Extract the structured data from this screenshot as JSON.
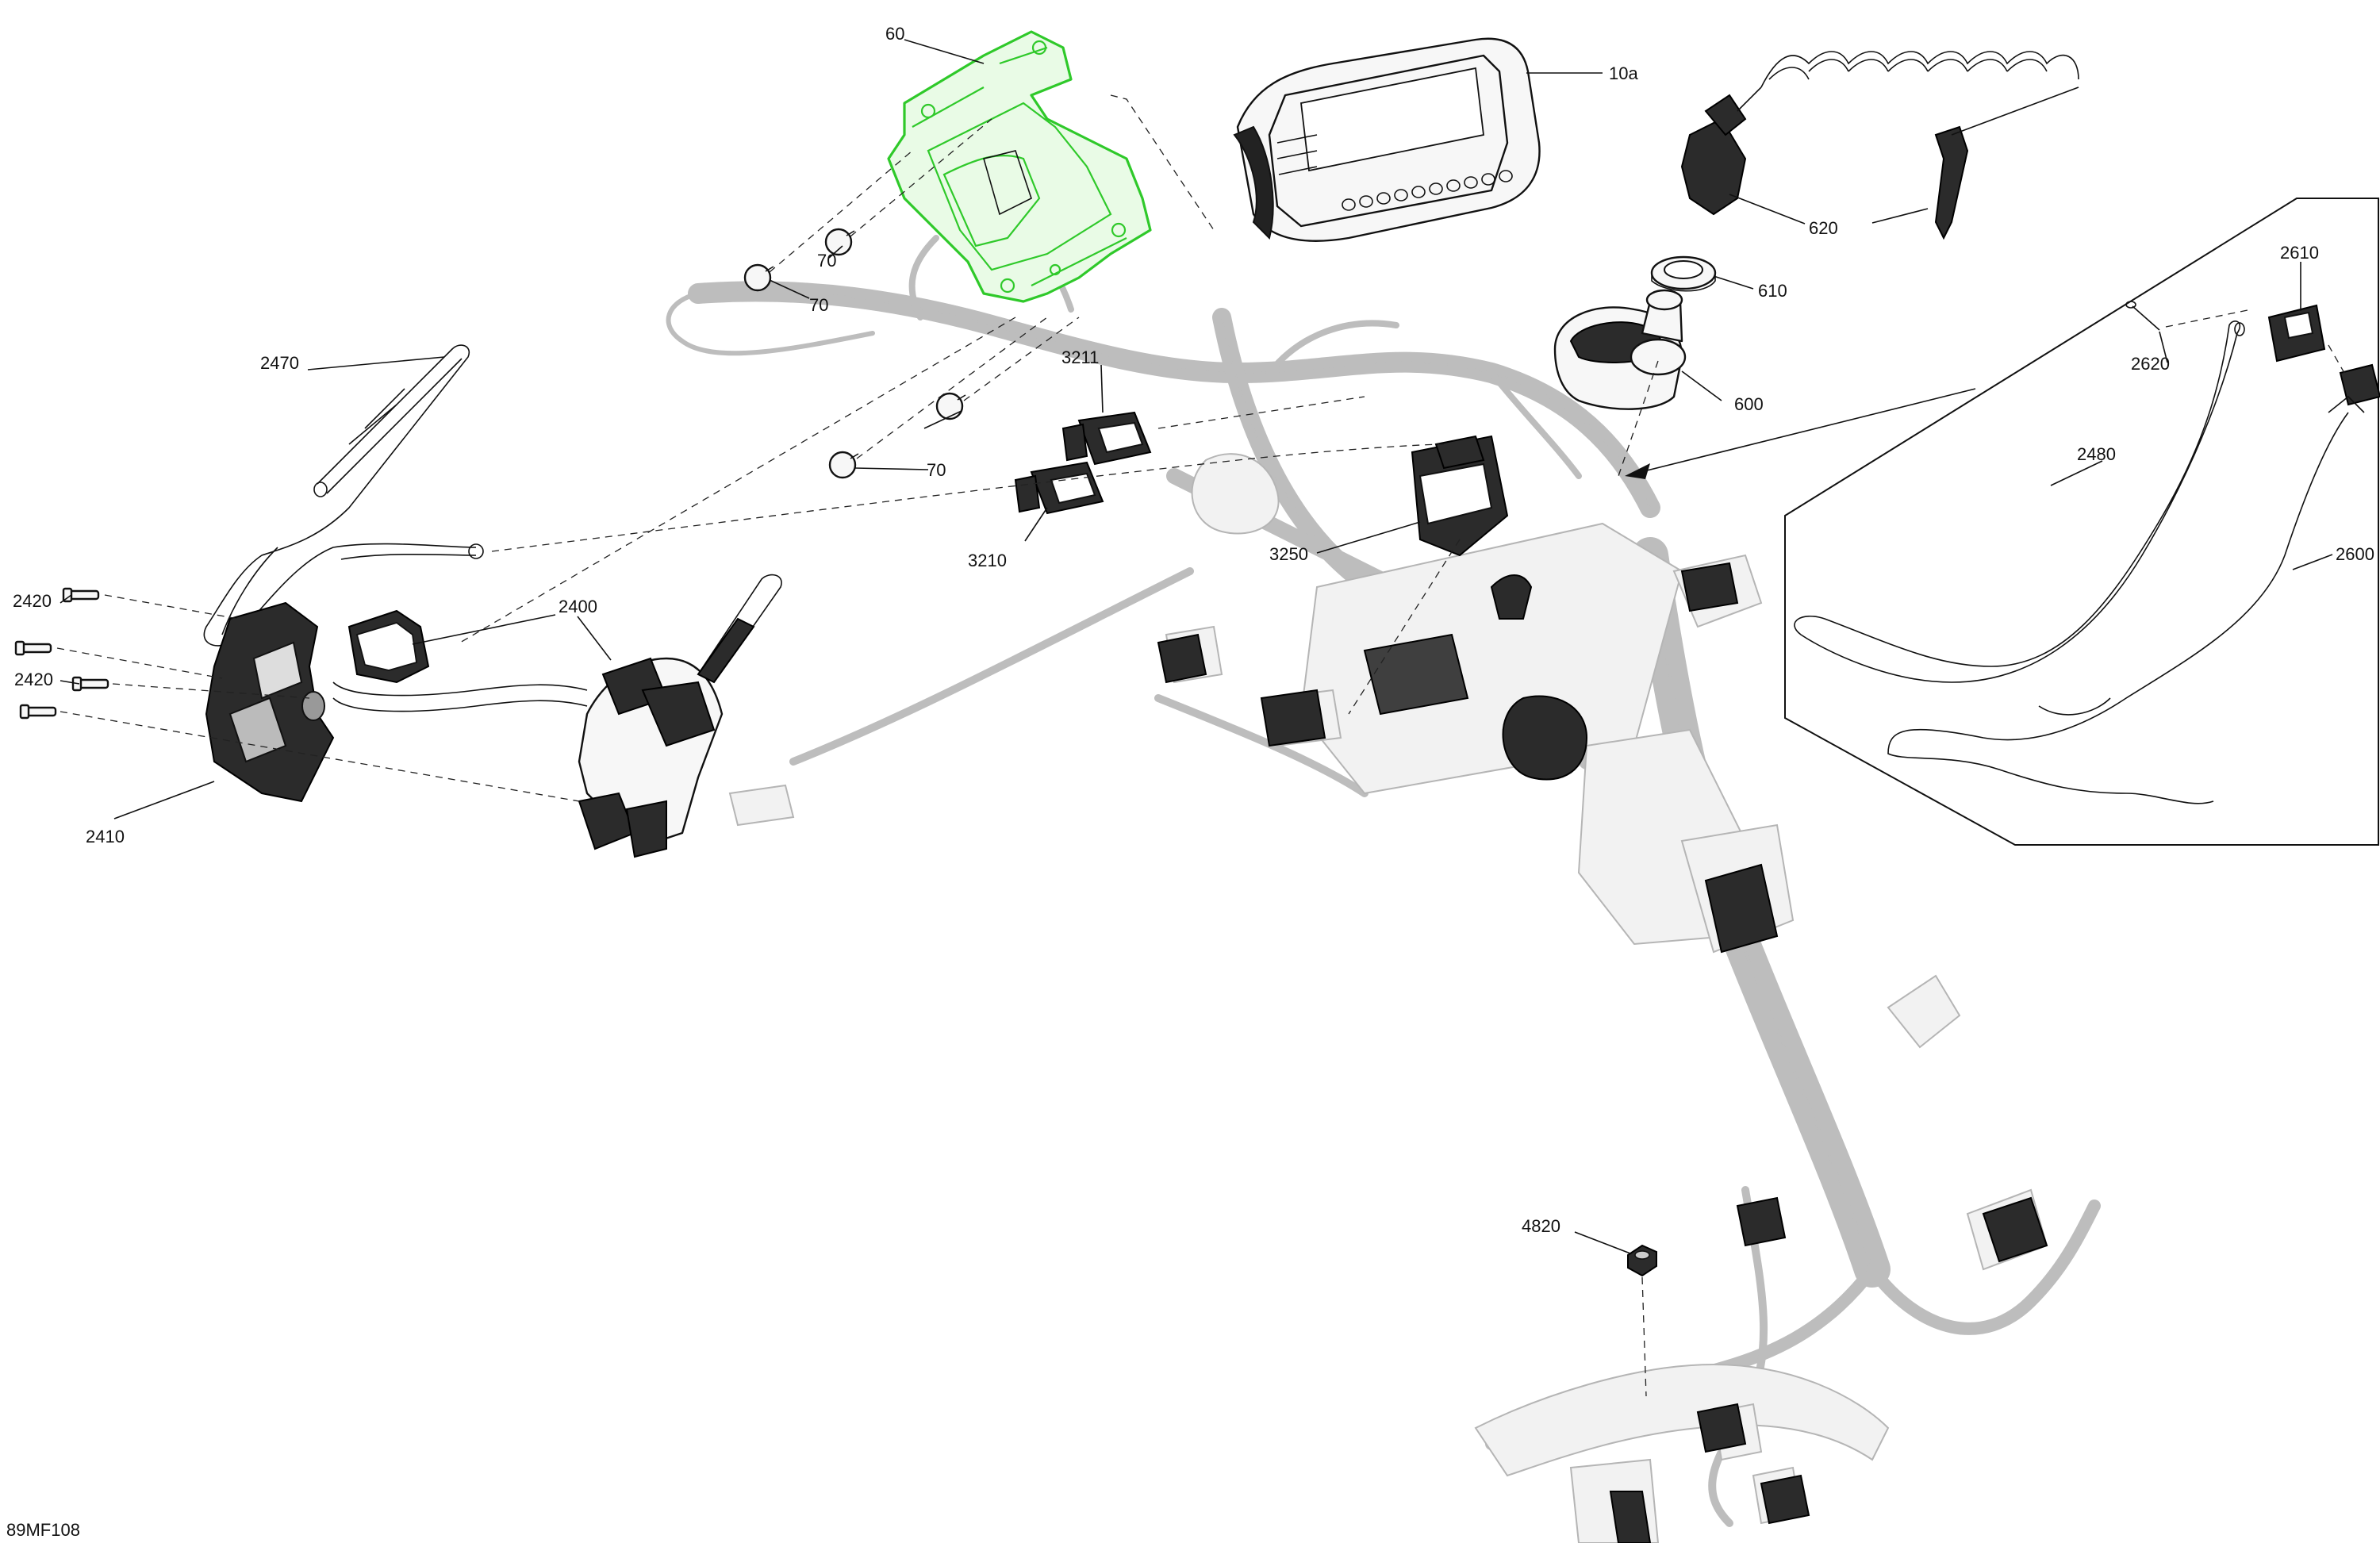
{
  "figure_code": "89MF108",
  "callouts": {
    "c60": "60",
    "c10a": "10a",
    "c620": "620",
    "c610": "610",
    "c600": "600",
    "c70a": "70",
    "c70b": "70",
    "c70c": "70",
    "c3211": "3211",
    "c3210": "3210",
    "c3250": "3250",
    "c2470": "2470",
    "c2420a": "2420",
    "c2420b": "2420",
    "c2400": "2400",
    "c2410": "2410",
    "c2610": "2610",
    "c2620": "2620",
    "c2480": "2480",
    "c2600": "2600",
    "c4820": "4820"
  },
  "colors": {
    "highlight": "#2fc92a",
    "line": "#111111",
    "ghost": "#bdbdbd"
  }
}
